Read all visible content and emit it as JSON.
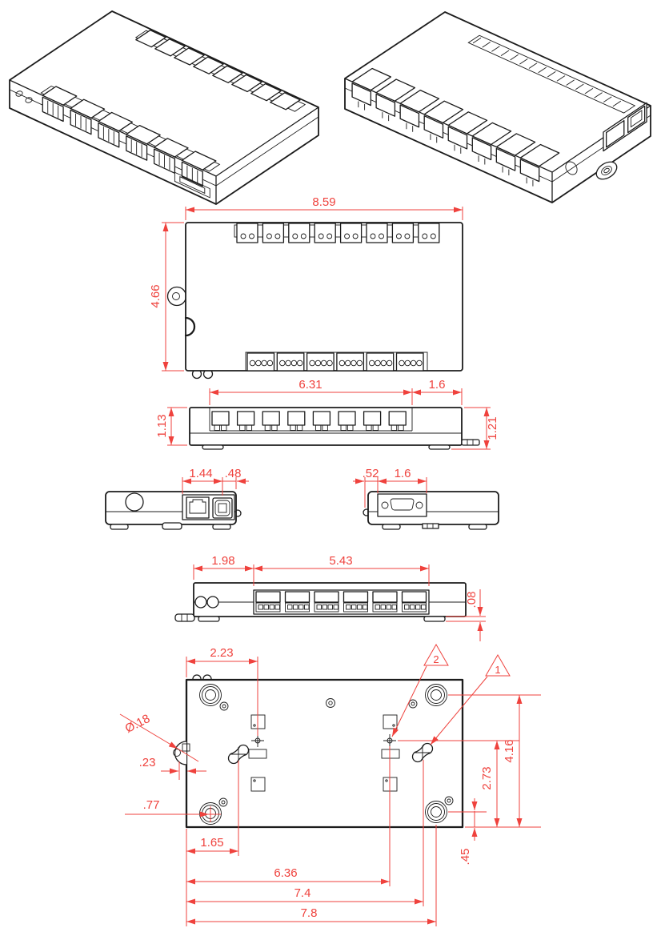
{
  "drawing": {
    "type": "mechanical-multiview-drawing",
    "subject": "controller enclosure with terminal blocks, RJ45, USB and D-sub ports",
    "units_implied": "inches",
    "colors": {
      "dimension": "#ef423d",
      "line": "#1c1c1c",
      "background": "#ffffff"
    }
  },
  "views": {
    "top": {
      "width": "8.59",
      "depth": "4.66"
    },
    "front": {
      "span": "6.31",
      "end": "1.6",
      "h_left": "1.13",
      "h_right": "1.21"
    },
    "left_side": {
      "d1": "1.44",
      "d2": ".48"
    },
    "right_side": {
      "d1": ".52",
      "d2": "1.6"
    },
    "back": {
      "d1": "1.98",
      "d2": "5.43",
      "foot": ".08"
    },
    "bottom": {
      "col": "2.23",
      "dia": "Ø.18",
      "tab": ".23",
      "boss_x": ".77",
      "k1": "1.65",
      "t2": "6.36",
      "k2": "7.4",
      "b2": "7.8",
      "v1": "4.16",
      "v2": "2.73",
      "v3": ".45",
      "callout_1": "1",
      "callout_2": "2"
    }
  }
}
